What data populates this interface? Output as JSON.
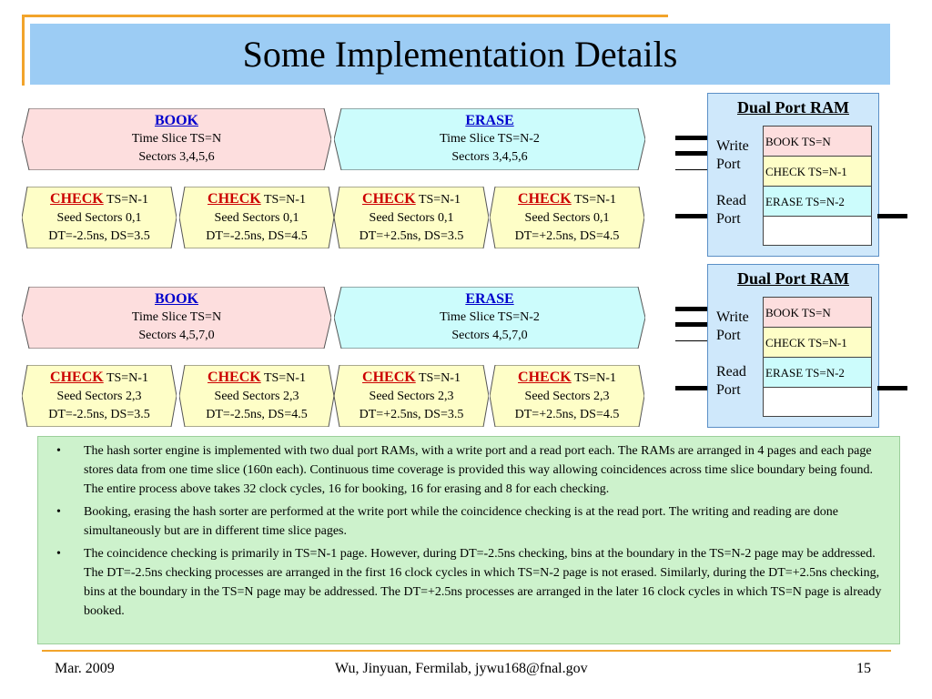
{
  "title": "Some Implementation Details",
  "colors": {
    "accent_orange": "#f2a42b",
    "title_band": "#9cccf4",
    "book_fill": "#fddede",
    "erase_fill": "#ccfcfc",
    "check_fill": "#fefec7",
    "ram_fill": "#cfe8fb",
    "bullet_fill": "#cdf2cc"
  },
  "groups": [
    {
      "book": {
        "title": "BOOK",
        "line1": "Time Slice TS=N",
        "line2": "Sectors 3,4,5,6"
      },
      "erase": {
        "title": "ERASE",
        "line1": "Time Slice TS=N-2",
        "line2": "Sectors 3,4,5,6"
      },
      "checks": [
        {
          "title": "CHECK",
          "ts": " TS=N-1",
          "line1": "Seed Sectors 0,1",
          "line2": "DT=-2.5ns, DS=3.5"
        },
        {
          "title": "CHECK",
          "ts": " TS=N-1",
          "line1": "Seed Sectors 0,1",
          "line2": "DT=-2.5ns, DS=4.5"
        },
        {
          "title": "CHECK",
          "ts": " TS=N-1",
          "line1": "Seed Sectors 0,1",
          "line2": "DT=+2.5ns, DS=3.5"
        },
        {
          "title": "CHECK",
          "ts": " TS=N-1",
          "line1": "Seed Sectors 0,1",
          "line2": "DT=+2.5ns, DS=4.5"
        }
      ]
    },
    {
      "book": {
        "title": "BOOK",
        "line1": "Time Slice TS=N",
        "line2": "Sectors 4,5,7,0"
      },
      "erase": {
        "title": "ERASE",
        "line1": "Time Slice TS=N-2",
        "line2": "Sectors 4,5,7,0"
      },
      "checks": [
        {
          "title": "CHECK",
          "ts": " TS=N-1",
          "line1": "Seed Sectors 2,3",
          "line2": "DT=-2.5ns, DS=3.5"
        },
        {
          "title": "CHECK",
          "ts": " TS=N-1",
          "line1": "Seed Sectors 2,3",
          "line2": "DT=-2.5ns, DS=4.5"
        },
        {
          "title": "CHECK",
          "ts": " TS=N-1",
          "line1": "Seed Sectors 2,3",
          "line2": "DT=+2.5ns, DS=3.5"
        },
        {
          "title": "CHECK",
          "ts": " TS=N-1",
          "line1": "Seed Sectors 2,3",
          "line2": "DT=+2.5ns, DS=4.5"
        }
      ]
    }
  ],
  "rams": [
    {
      "title": "Dual Port RAM",
      "write_port": [
        "Write",
        "Port"
      ],
      "read_port": [
        "Read",
        "Port"
      ],
      "pages": [
        "BOOK TS=N",
        "CHECK TS=N-1",
        "ERASE TS=N-2",
        ""
      ]
    },
    {
      "title": "Dual Port RAM",
      "write_port": [
        "Write",
        "Port"
      ],
      "read_port": [
        "Read",
        "Port"
      ],
      "pages": [
        "BOOK TS=N",
        "CHECK TS=N-1",
        "ERASE TS=N-2",
        ""
      ]
    }
  ],
  "bullets": [
    "The hash sorter engine is implemented with two dual port RAMs, with a write port and a read port each.  The RAMs are arranged in 4 pages and each page stores data from one time slice (160n each).  Continuous time coverage is provided this way allowing coincidences across time slice boundary being found.  The entire process above takes 32 clock cycles, 16 for booking, 16 for erasing and 8 for each checking.",
    "Booking, erasing the hash sorter are performed at the write port while the coincidence checking is at the read port.  The writing and reading are done simultaneously but are in different time slice pages.",
    "The coincidence checking is primarily in TS=N-1 page.  However, during DT=-2.5ns checking, bins at the boundary in the TS=N-2 page may be addressed.  The DT=-2.5ns checking processes are arranged in the first 16 clock cycles in which TS=N-2 page is not erased.  Similarly, during the DT=+2.5ns checking, bins at the boundary in the TS=N page may be addressed.  The DT=+2.5ns processes are arranged in the later 16 clock cycles in which TS=N page is already booked."
  ],
  "bullet_char": "•",
  "footer": {
    "date": "Mar. 2009",
    "author": "Wu, Jinyuan, Fermilab, jywu168@fnal.gov",
    "page": "15"
  }
}
